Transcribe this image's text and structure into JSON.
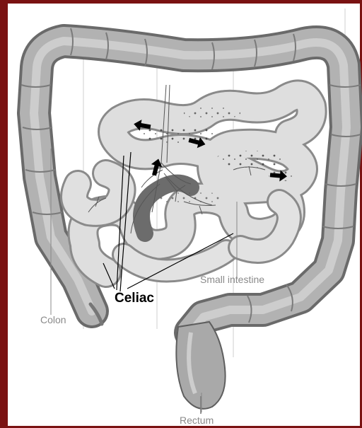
{
  "labels": {
    "callout": "Celiac",
    "small_intestine": "Small intestine",
    "colon": "Colon",
    "rectum": "Rectum"
  },
  "colors": {
    "border": "#7a1212",
    "tissue": "#b4b4b4",
    "tissue_light": "#e4e4e4",
    "label_text": "#8a8a8a",
    "callout_text": "#000000"
  },
  "icons": {
    "flow_arrow": "arrow-icon"
  }
}
